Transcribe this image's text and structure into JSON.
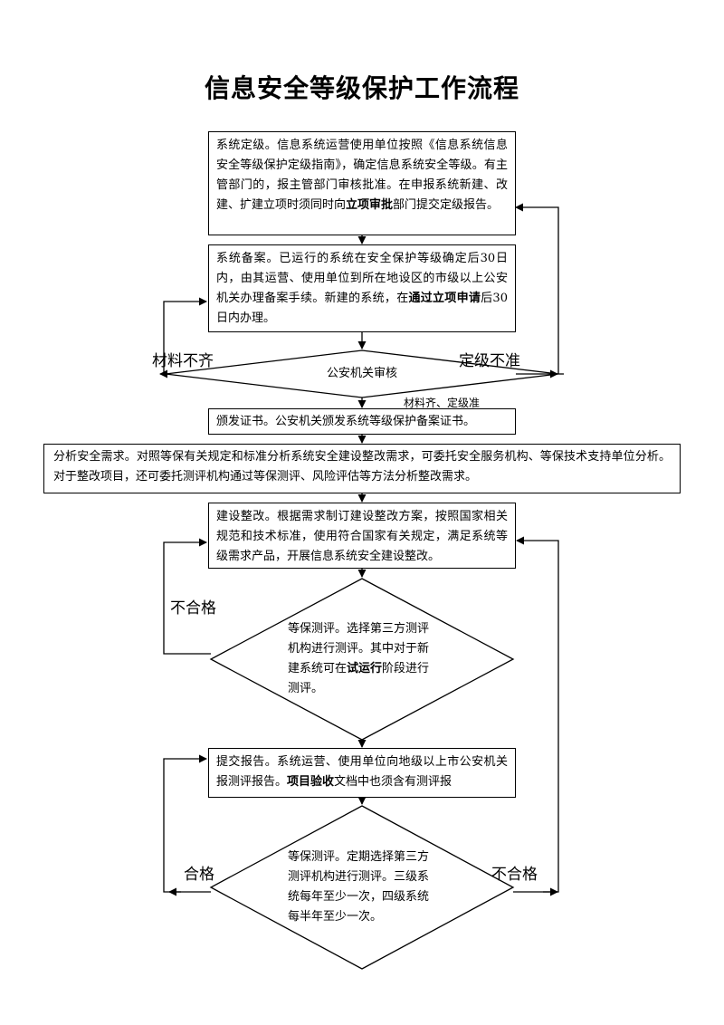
{
  "title": "信息安全等级保护工作流程",
  "steps": {
    "grading": {
      "pre": "系统定级。信息系统运营使用单位按照《信息系统信息安全等级保护定级指南》，确定信息系统安全等级。有主管部门的，报主管部门审核批准。在申报系统新建、改建、扩建立项时须同时向",
      "bold": "立项审批",
      "post": "部门提交定级报告。"
    },
    "filing": {
      "pre": "系统备案。已运行的系统在安全保护等级确定后30日内，由其运营、使用单位到所在地设区的市级以上公安机关办理备案手续。新建的系统，在",
      "bold": "通过立项申请",
      "post": "后30日内办理。"
    },
    "police_review": "公安机关审核",
    "certificate": "颁发证书。公安机关颁发系统等级保护备案证书。",
    "analysis": "分析安全需求。对照等保有关规定和标准分析系统安全建设整改需求，可委托安全服务机构、等保技术支持单位分析。对于整改项目，还可委托测评机构通过等保测评、风险评估等方法分析整改需求。",
    "rectification": "建设整改。根据需求制订建设整改方案，按照国家相关规范和技术标准，使用符合国家有关规定，满足系统等级需求产品，开展信息系统安全建设整改。",
    "evaluation": {
      "pre": "等保测评。选择第三方测评机构进行测评。其中对于新建系统可在",
      "bold": "试运行",
      "post": "阶段进行测评。"
    },
    "report": {
      "pre": "提交报告。系统运营、使用单位向地级以上市公安机关报测评报告。",
      "bold": "项目验收",
      "post": "文档中也须含有测评报"
    },
    "periodic": "等保测评。定期选择第三方测评机构进行测评。三级系统每年至少一次，四级系统每半年至少一次。"
  },
  "labels": {
    "materials_incomplete": "材料不齐",
    "grading_rejected": "定级不准",
    "materials_ok": "材料齐、定级准",
    "fail_1": "不合格",
    "pass": "合格",
    "fail_2": "不合格"
  }
}
